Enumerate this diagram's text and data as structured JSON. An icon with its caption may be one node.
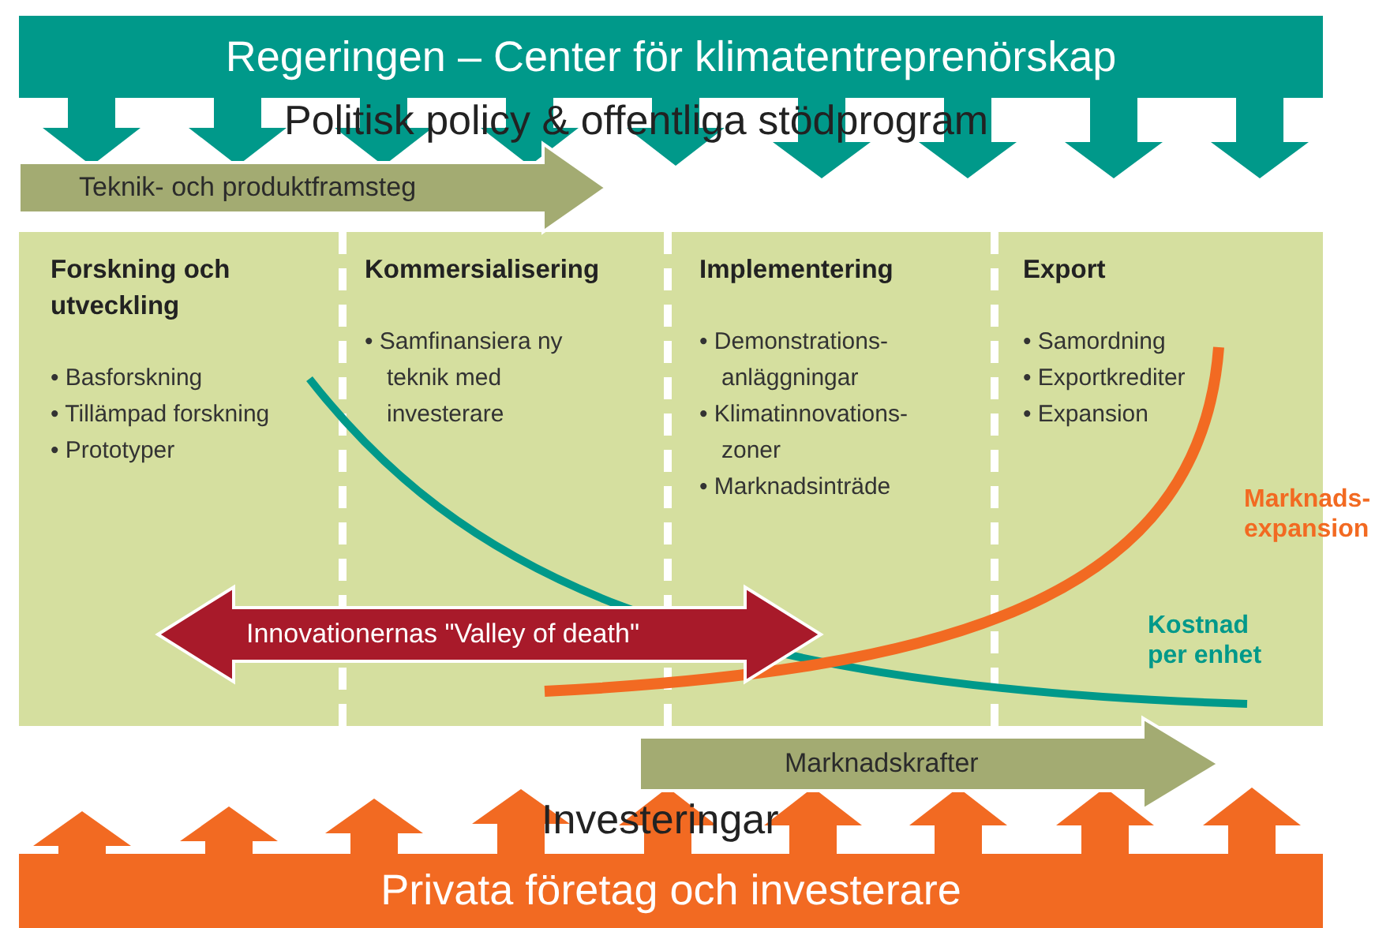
{
  "diagram": {
    "nodes": [
      {
        "text": [
          "Regeringen – Center för klimatentreprenörskap"
        ]
      },
      {
        "text": [
          "Teknik- och produktframsteg"
        ]
      },
      {
        "text": [
          "Forskning och utveckling",
          "• Basforskning",
          "• Tillämpad forskning",
          "• Prototyper"
        ]
      },
      {
        "text": [
          "Kommersialisering",
          "• Samfinansiera ny teknik med investerare"
        ]
      },
      {
        "text": [
          "Implementering",
          "• Demonstrations- anläggningar",
          "• Klimatinnovations- zoner",
          "• Marknadsinträde"
        ]
      },
      {
        "text": [
          "Export",
          "• Samordning",
          "• Exportkrediter",
          "• Expansion"
        ]
      },
      {
        "text": [
          "Innovationernas \"Valley of death\""
        ]
      },
      {
        "text": [
          "Marknadskrafter"
        ]
      },
      {
        "text": [
          "Privata företag och investerare"
        ]
      }
    ],
    "edges": [
      {
        "from": 0,
        "to": 1,
        "arrow": "to"
      },
      {
        "from": 0,
        "to": 1,
        "arrow": "to"
      },
      {
        "from": 0,
        "to": 1,
        "arrow": "to"
      },
      {
        "from": 0,
        "to": 1,
        "arrow": "to"
      },
      {
        "from": 0,
        "to": 1,
        "arrow": "to"
      },
      {
        "from": 8,
        "to": 7,
        "arrow": "to",
        "color": "#f26a22"
      },
      {
        "from": 8,
        "to": 7,
        "arrow": "to",
        "color": "#f26a22"
      },
      {
        "from": 8,
        "to": 7,
        "arrow": "to",
        "color": "#f26a22"
      },
      {
        "from": 8,
        "to": 7,
        "arrow": "to",
        "color": "#f26a22"
      },
      {
        "from": 8,
        "to": 7,
        "arrow": "to",
        "color": "#f26a22"
      }
    ],
    "labels": [
      "Politisk policy & offentliga stödprogram",
      "Marknads- expansion",
      "Kostnad per enhet",
      "Investeringar"
    ]
  }
}
